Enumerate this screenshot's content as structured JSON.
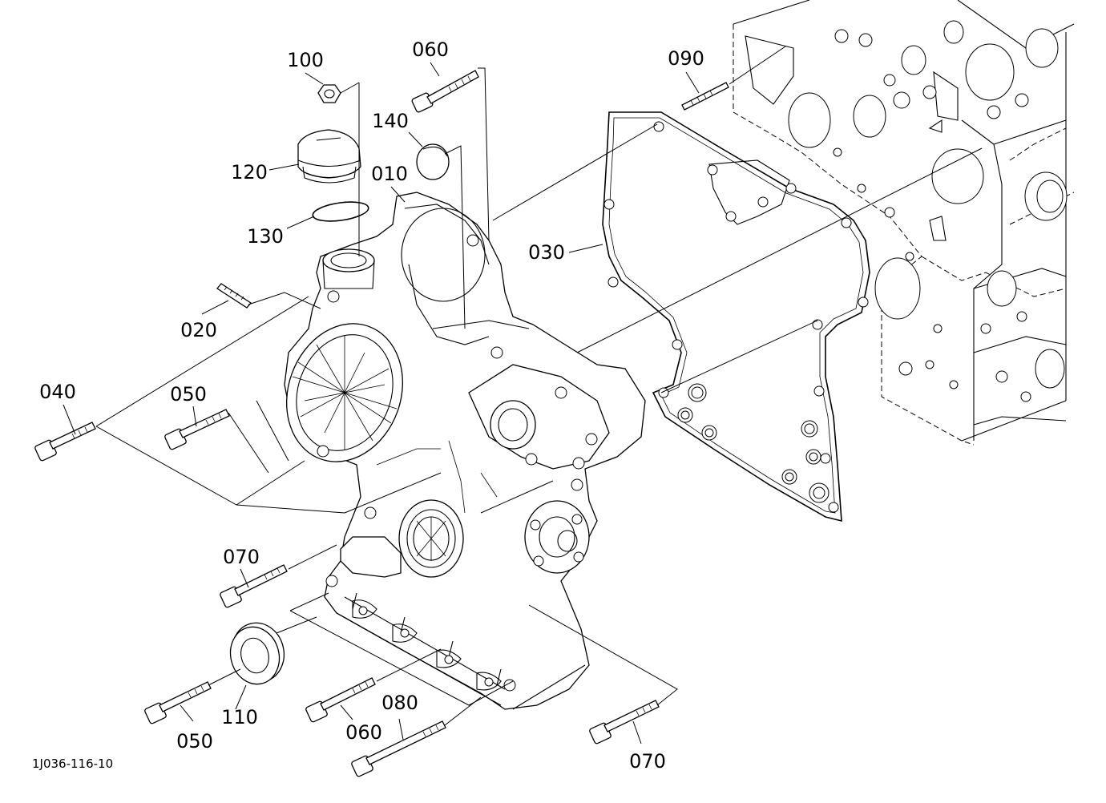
{
  "diagram_code": "1J036-116-10",
  "callouts": [
    {
      "id": "010",
      "label": "010"
    },
    {
      "id": "020",
      "label": "020"
    },
    {
      "id": "030",
      "label": "030"
    },
    {
      "id": "040",
      "label": "040"
    },
    {
      "id": "050a",
      "label": "050"
    },
    {
      "id": "050b",
      "label": "050"
    },
    {
      "id": "060a",
      "label": "060"
    },
    {
      "id": "060b",
      "label": "060"
    },
    {
      "id": "070a",
      "label": "070"
    },
    {
      "id": "070b",
      "label": "070"
    },
    {
      "id": "080",
      "label": "080"
    },
    {
      "id": "090",
      "label": "090"
    },
    {
      "id": "100",
      "label": "100"
    },
    {
      "id": "110",
      "label": "110"
    },
    {
      "id": "120",
      "label": "120"
    },
    {
      "id": "130",
      "label": "130"
    },
    {
      "id": "140",
      "label": "140"
    }
  ]
}
